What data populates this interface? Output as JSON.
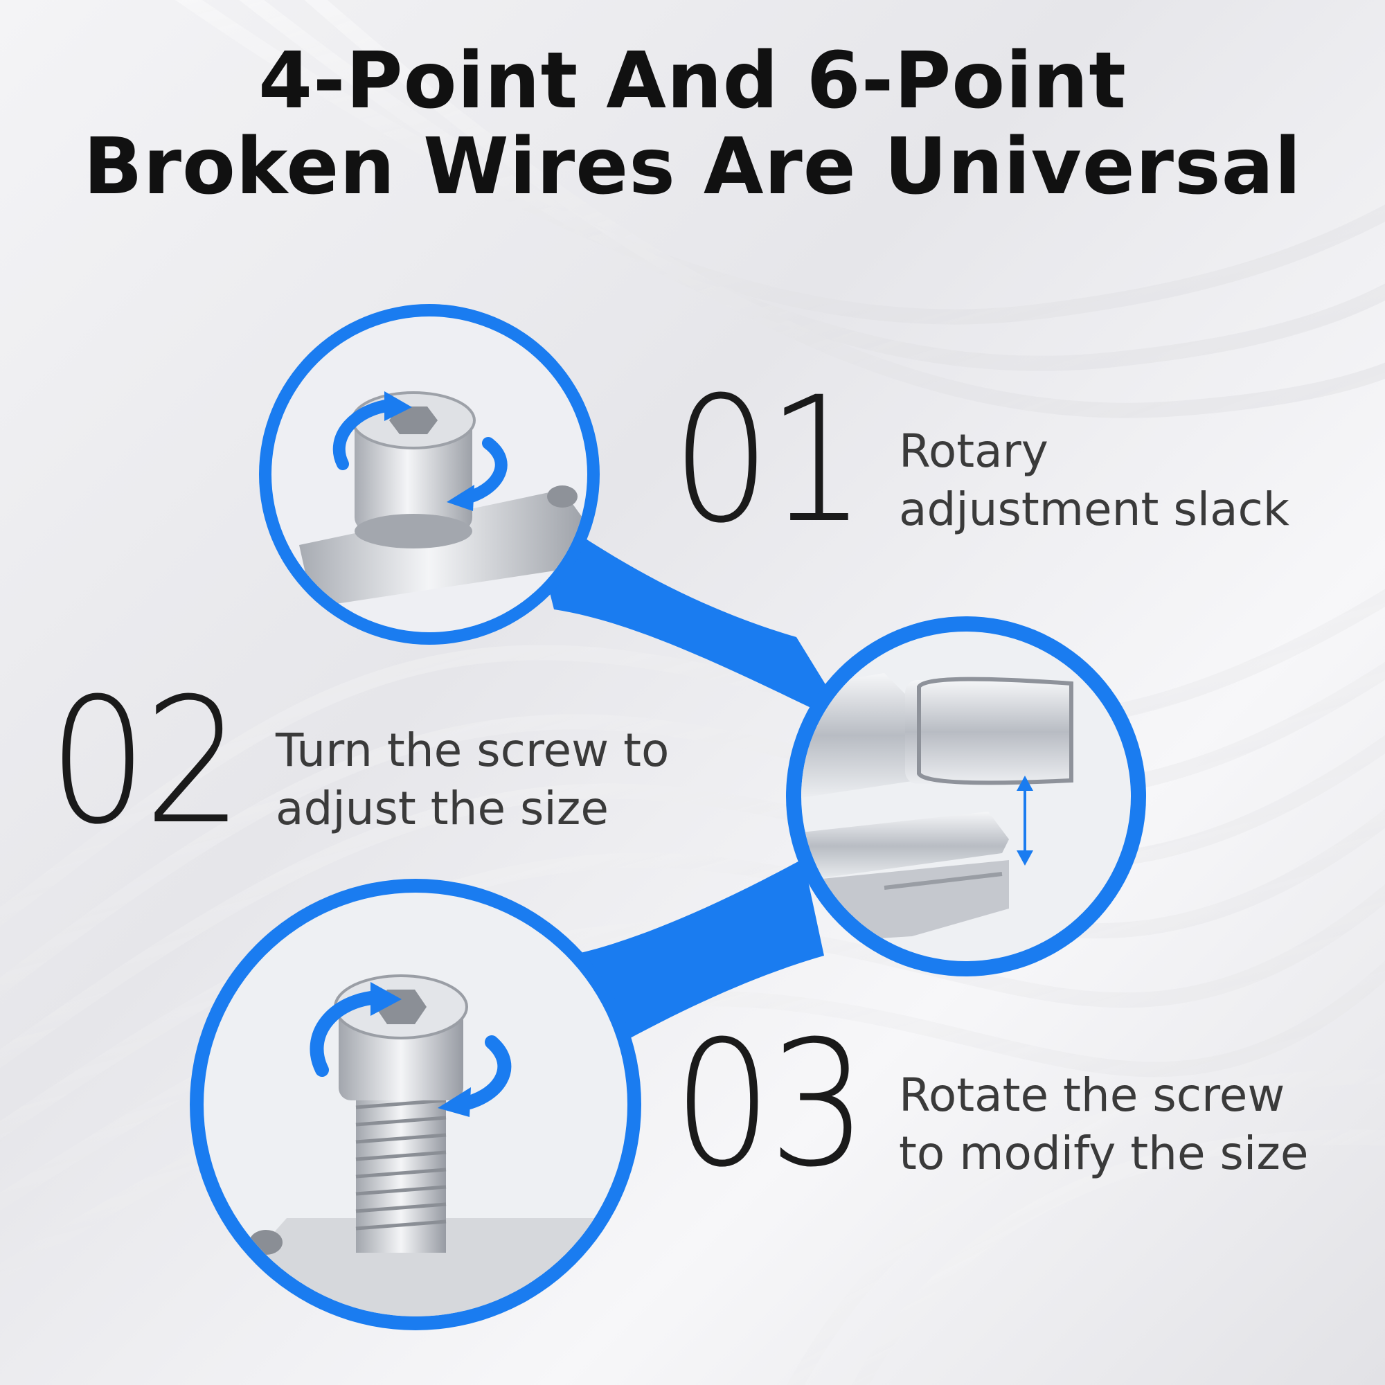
{
  "headline": {
    "line1": "4-Point And 6-Point",
    "line2": "Broken Wires Are Universal"
  },
  "colors": {
    "accent": "#1a7cf0",
    "text": "#111111",
    "metal": "#c9ccd2"
  },
  "steps": [
    {
      "number": "01",
      "text_line1": "Rotary",
      "text_line2": "adjustment slack",
      "image": "screw-rotation-detail"
    },
    {
      "number": "02",
      "text_line1": "Turn the screw to",
      "text_line2": "adjust the size",
      "image": "jaw-gap-detail"
    },
    {
      "number": "03",
      "text_line1": "Rotate the screw",
      "text_line2": "to modify the size",
      "image": "bolt-rotation-detail"
    }
  ]
}
